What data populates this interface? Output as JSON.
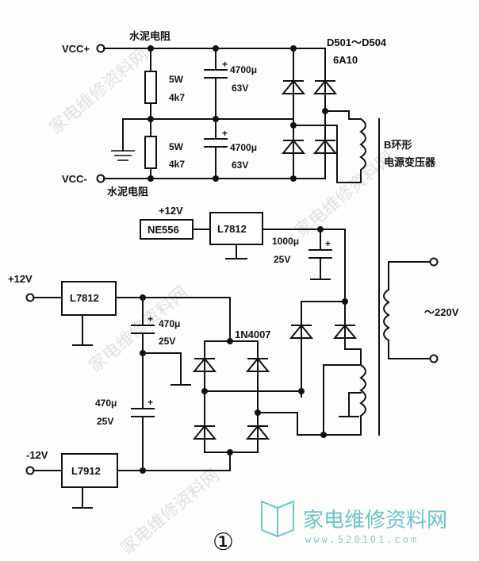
{
  "labels": {
    "vcc_plus": "VCC+",
    "vcc_minus": "VCC-",
    "res_top_title": "水泥电阻",
    "res_bottom_title": "水泥电阻",
    "r1_power": "5W",
    "r1_value": "4k7",
    "r2_power": "5W",
    "r2_value": "4k7",
    "c1_value": "4700μ",
    "c1_voltage": "63V",
    "c2_value": "4700μ",
    "c2_voltage": "63V",
    "diode_range": "D501～D504",
    "diode_type": "6A10",
    "transformer_line1": "B环形",
    "transformer_line2": "电源变压器",
    "ne556": "NE556",
    "plus12_top": "+12V",
    "l7812_top": "L7812",
    "c3_value": "1000μ",
    "c3_voltage": "25V",
    "plus12_left": "+12V",
    "l7812_left": "L7812",
    "c4_value": "470μ",
    "c4_voltage": "25V",
    "in4007": "1N4007",
    "c5_value": "470μ",
    "c5_voltage": "25V",
    "minus12": "-12V",
    "l7912": "L7912",
    "ac220": "～220V",
    "figure_number": "①"
  },
  "watermark": {
    "brand": "家电维修资料网",
    "url": "www.520101.com"
  }
}
